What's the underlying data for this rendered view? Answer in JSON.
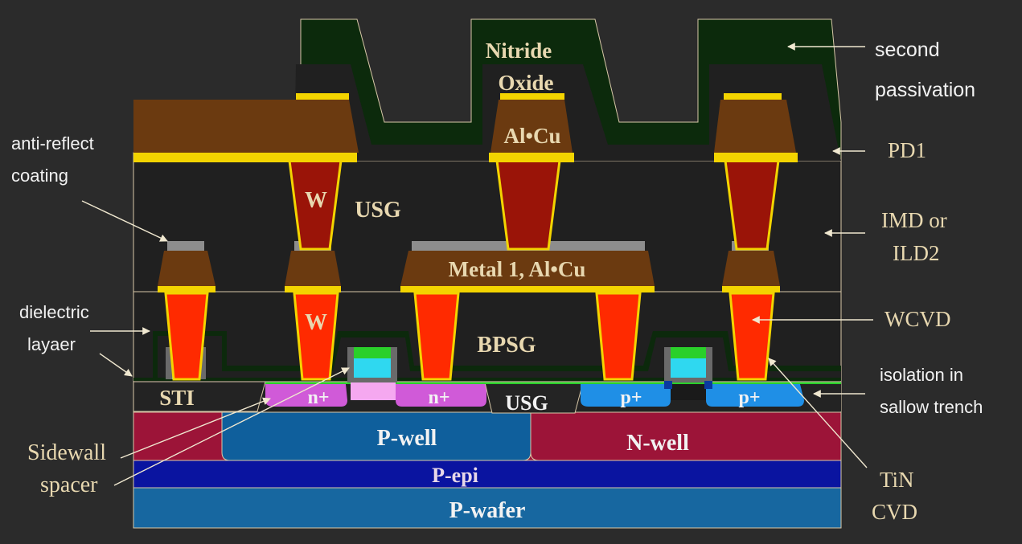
{
  "layers": {
    "nitride": "Nitride",
    "oxide": "Oxide",
    "alcu_top": "Al•Cu",
    "usg_imd": "USG",
    "tungsten_upper": "W",
    "metal1": "Metal 1, Al•Cu",
    "tungsten_lower": "W",
    "bpsg": "BPSG",
    "sti": "STI",
    "n_plus_left": "n+",
    "n_plus_right": "n+",
    "usg_trench": "USG",
    "p_plus_left": "p+",
    "p_plus_right": "p+",
    "p_well": "P-well",
    "n_well": "N-well",
    "p_epi": "P-epi",
    "p_wafer": "P-wafer"
  },
  "callouts": {
    "second_passivation_1": "second",
    "second_passivation_2": "passivation",
    "pd1": "PD1",
    "imd_1": "IMD or",
    "imd_2": "ILD2",
    "wcvd": "WCVD",
    "isolation_1": "isolation in",
    "isolation_2": "sallow trench",
    "tin_1": "TiN",
    "tin_2": "CVD",
    "arc_1": "anti-reflect",
    "arc_2": "coating",
    "dielectric_1": "dielectric",
    "dielectric_2": "layaer",
    "sidewall_1": "Sidewall",
    "sidewall_2": "spacer"
  },
  "colors": {
    "background": "#2b2b2b",
    "nitride": "#0c2a0c",
    "dark_fill": "#202020",
    "alcu": "#6b3a10",
    "tin_yellow": "#f3d400",
    "tungsten_upper": "#9a1408",
    "tungsten_lower": "#ff2a00",
    "arc_gray": "#8d8d8d",
    "n_plus": "#d05ad8",
    "p_plus": "#1f8fe6",
    "p_well": "#0f5f9c",
    "n_well": "#9c1438",
    "p_epi": "#0a14a0",
    "p_wafer": "#1767a0",
    "gate_green": "#2ad02a",
    "gate_cyan": "#2fd8f0",
    "label_white": "#f2f2f2",
    "label_tan": "#e8d8b0",
    "callout_arrow": "#f0e8d0"
  }
}
